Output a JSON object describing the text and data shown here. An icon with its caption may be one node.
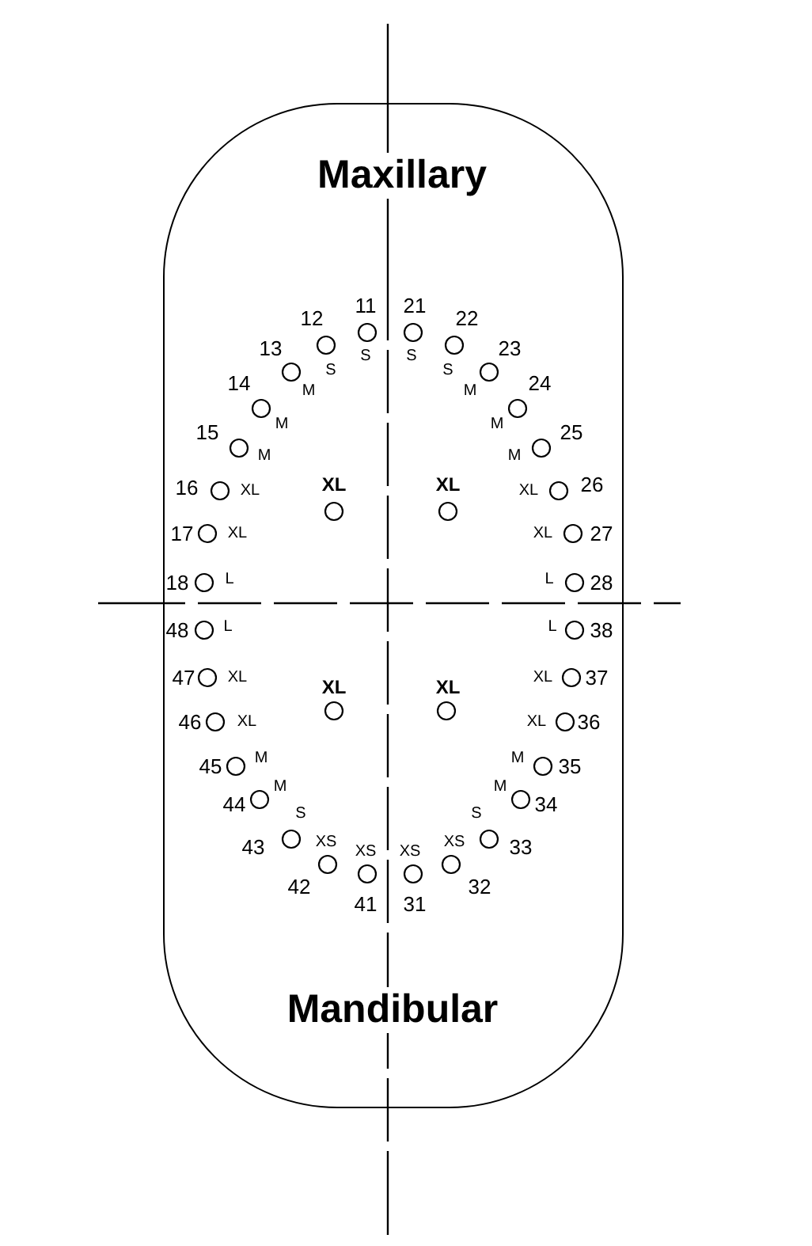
{
  "diagram": {
    "nodes": [
      {
        "text": [
          "Maxillary",
          "Mandibular"
        ]
      }
    ],
    "labels": [
      "11",
      "21",
      "12",
      "22",
      "S",
      "S",
      "13",
      "23",
      "S",
      "S",
      "14",
      "24",
      "M",
      "M",
      "M",
      "M",
      "15",
      "25",
      "M",
      "M",
      "16",
      "XL",
      "XL",
      "XL",
      "XL",
      "26",
      "17",
      "XL",
      "XL",
      "27",
      "18",
      "L",
      "L",
      "28",
      "48",
      "L",
      "L",
      "38",
      "47",
      "XL",
      "XL",
      "XL",
      "XL",
      "37",
      "46",
      "XL",
      "XL",
      "36",
      "M",
      "M",
      "45",
      "35",
      "M",
      "M",
      "44",
      "34",
      "S",
      "S",
      "43",
      "XS",
      "XS",
      "XS",
      "XS",
      "33",
      "42",
      "32",
      "41",
      "31"
    ]
  }
}
